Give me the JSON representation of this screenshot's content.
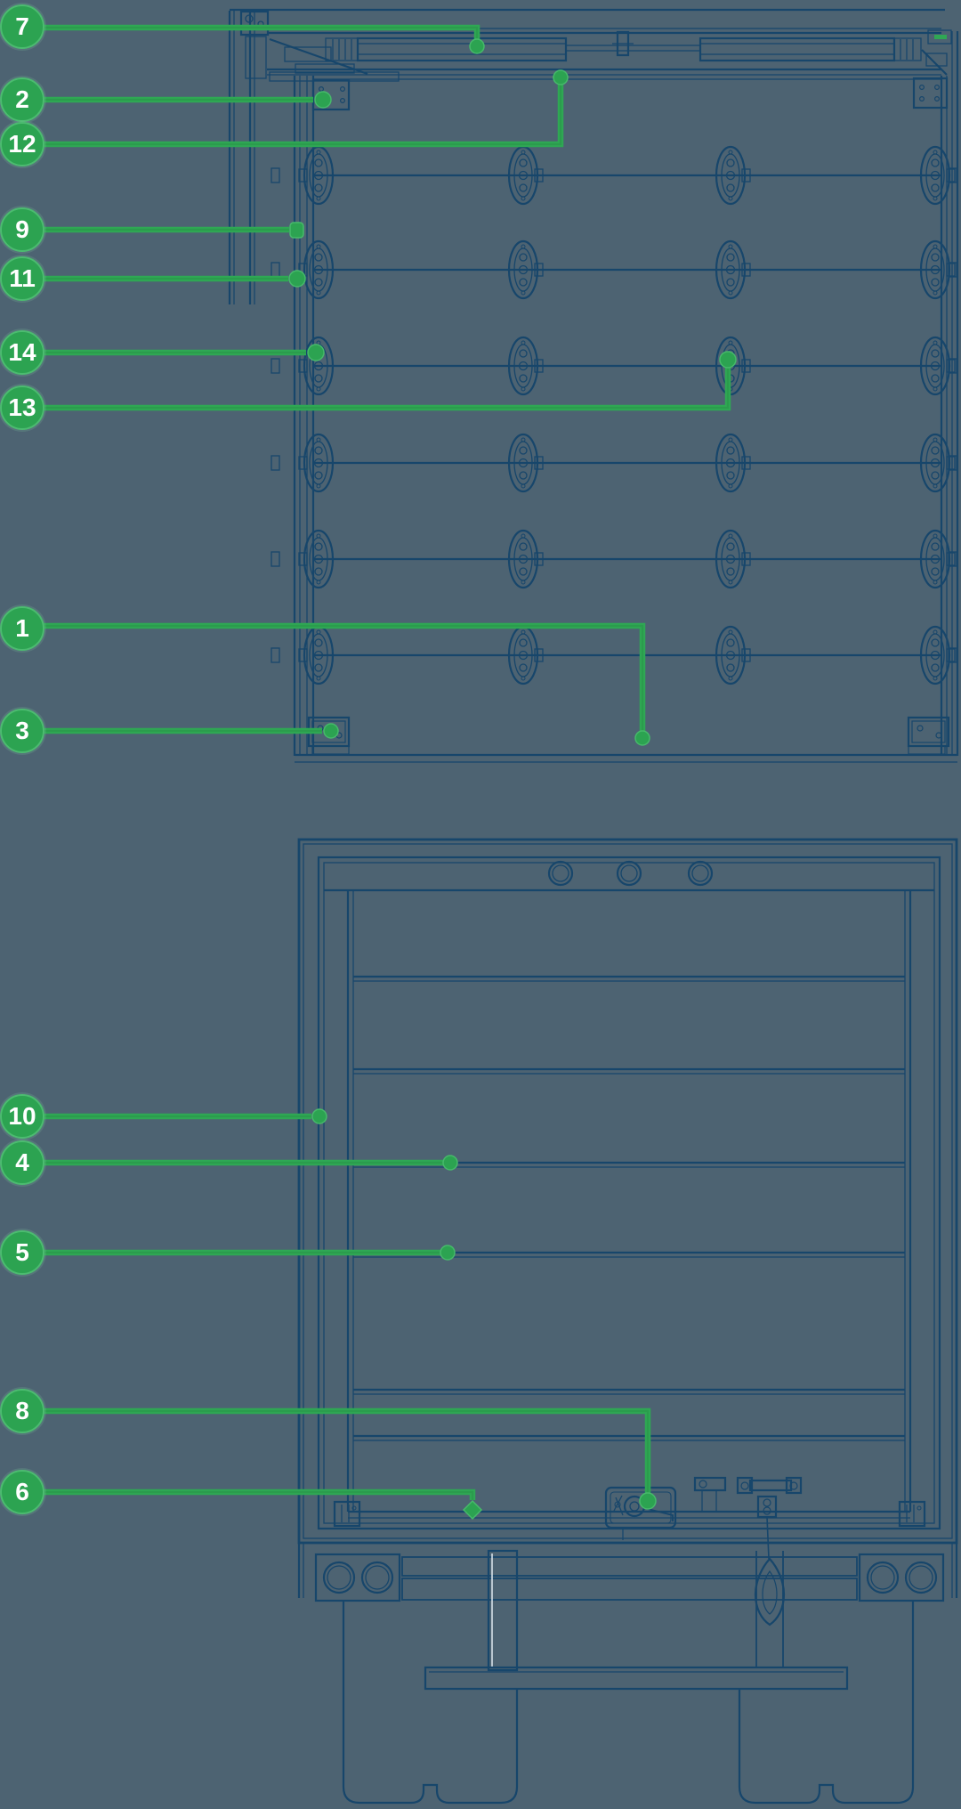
{
  "colors": {
    "background": "#4D6372",
    "line": "#17466B",
    "line_light": "#2A5B84",
    "accent_green": "#2FA854",
    "green_bright": "#47B96B",
    "green_core": "#2B9C4D",
    "callout_fill": "#2CA351",
    "callout_text": "#FFFFFF",
    "highlight_white": "#DFE9F0"
  },
  "callouts": [
    {
      "label": "7"
    },
    {
      "label": "2"
    },
    {
      "label": "12"
    },
    {
      "label": "9"
    },
    {
      "label": "11"
    },
    {
      "label": "14"
    },
    {
      "label": "13"
    },
    {
      "label": "1"
    },
    {
      "label": "3"
    },
    {
      "label": "10"
    },
    {
      "label": "4"
    },
    {
      "label": "5"
    },
    {
      "label": "8"
    },
    {
      "label": "6"
    }
  ]
}
